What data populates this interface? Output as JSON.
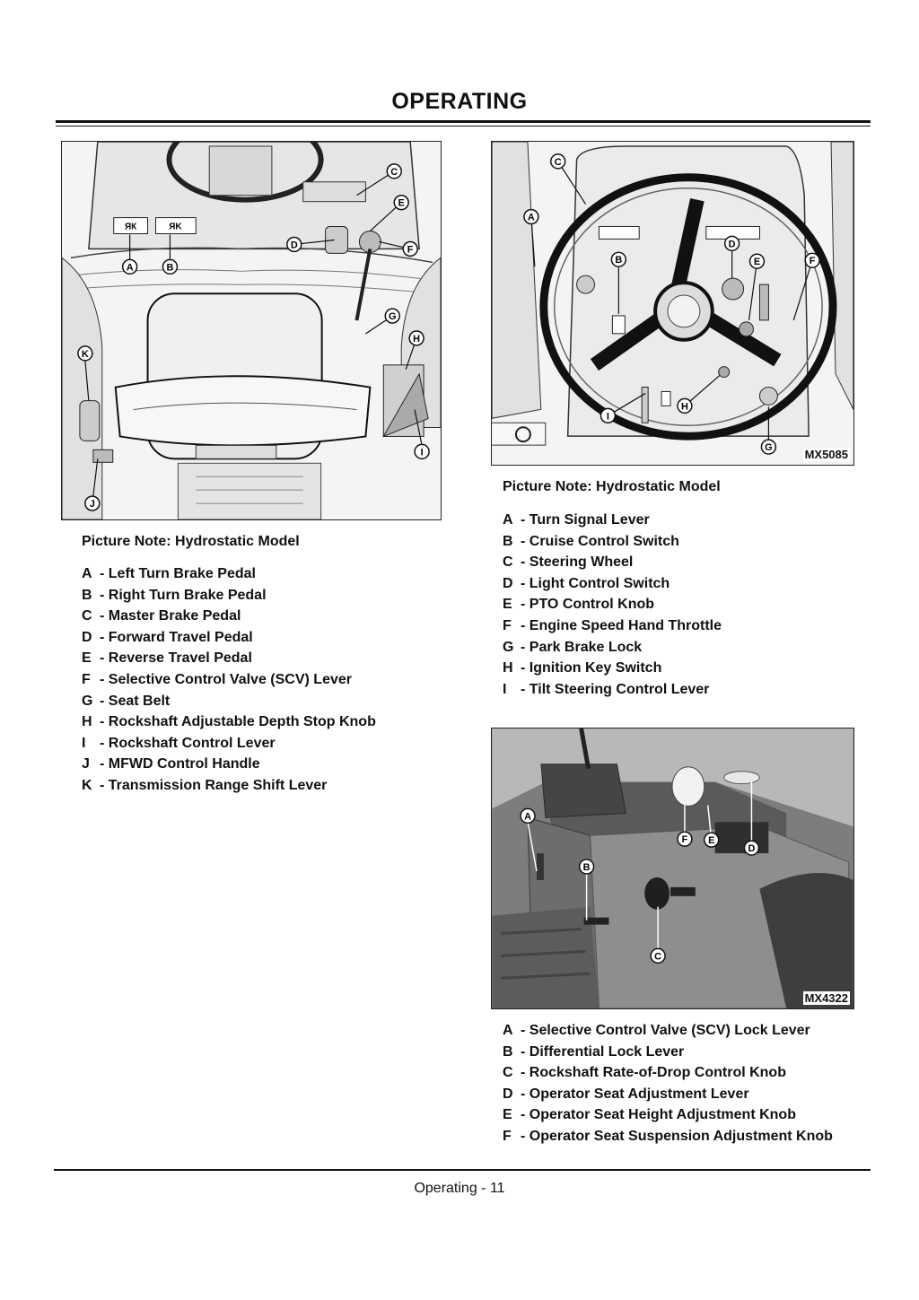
{
  "page": {
    "title": "OPERATING",
    "footer": "Operating - 11"
  },
  "figure1": {
    "caption": "Picture Note: Hydrostatic Model",
    "callouts": [
      "A",
      "B",
      "C",
      "D",
      "E",
      "F",
      "G",
      "H",
      "I",
      "J",
      "K"
    ],
    "legend": [
      {
        "letter": "A",
        "text": "- Left Turn Brake Pedal"
      },
      {
        "letter": "B",
        "text": "- Right Turn Brake Pedal"
      },
      {
        "letter": "C",
        "text": "- Master Brake Pedal"
      },
      {
        "letter": "D",
        "text": "- Forward Travel Pedal"
      },
      {
        "letter": "E",
        "text": "- Reverse Travel Pedal"
      },
      {
        "letter": "F",
        "text": "- Selective Control Valve (SCV) Lever"
      },
      {
        "letter": "G",
        "text": "- Seat Belt"
      },
      {
        "letter": "H",
        "text": "- Rockshaft Adjustable Depth Stop Knob"
      },
      {
        "letter": "I",
        "text": "- Rockshaft Control Lever"
      },
      {
        "letter": "J",
        "text": "- MFWD Control Handle"
      },
      {
        "letter": "K",
        "text": "- Transmission Range Shift Lever"
      }
    ]
  },
  "figure2": {
    "code": "MX5085",
    "caption": "Picture Note: Hydrostatic Model",
    "callouts": [
      "A",
      "B",
      "C",
      "D",
      "E",
      "F",
      "G",
      "H",
      "I"
    ],
    "legend": [
      {
        "letter": "A",
        "text": "- Turn Signal Lever"
      },
      {
        "letter": "B",
        "text": "- Cruise Control Switch"
      },
      {
        "letter": "C",
        "text": "- Steering Wheel"
      },
      {
        "letter": "D",
        "text": "- Light Control Switch"
      },
      {
        "letter": "E",
        "text": "- PTO Control Knob"
      },
      {
        "letter": "F",
        "text": "- Engine Speed Hand Throttle"
      },
      {
        "letter": "G",
        "text": "- Park Brake Lock"
      },
      {
        "letter": "H",
        "text": "- Ignition Key Switch"
      },
      {
        "letter": "I",
        "text": "- Tilt Steering Control Lever"
      }
    ]
  },
  "figure3": {
    "code": "MX4322",
    "callouts": [
      "A",
      "B",
      "C",
      "D",
      "E",
      "F"
    ],
    "legend": [
      {
        "letter": "A",
        "text": "- Selective Control Valve (SCV) Lock Lever"
      },
      {
        "letter": "B",
        "text": "- Differential Lock Lever"
      },
      {
        "letter": "C",
        "text": "- Rockshaft Rate-of-Drop Control Knob"
      },
      {
        "letter": "D",
        "text": "- Operator Seat Adjustment Lever"
      },
      {
        "letter": "E",
        "text": "- Operator Seat Height Adjustment Knob"
      },
      {
        "letter": "F",
        "text": "- Operator Seat Suspension Adjustment Knob"
      }
    ]
  }
}
